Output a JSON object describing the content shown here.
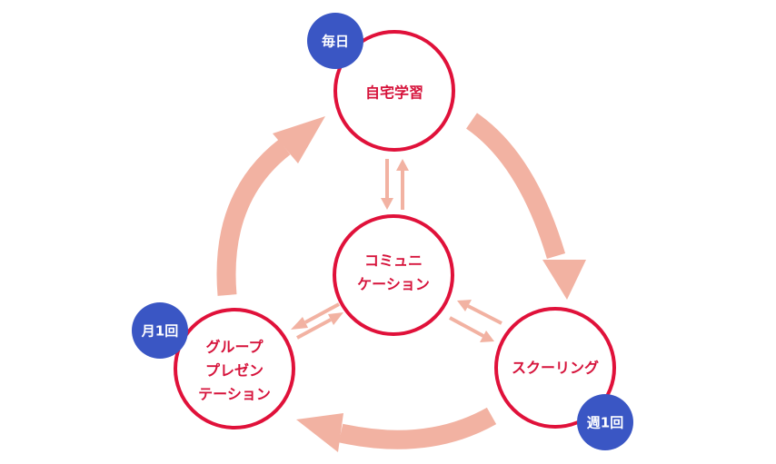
{
  "nodes": {
    "self_study": {
      "label": "自宅学習",
      "badge": "毎日"
    },
    "communication": {
      "label_line1": "コミュニ",
      "label_line2": "ケーション"
    },
    "schooling": {
      "label": "スクーリング",
      "badge": "週1回"
    },
    "group_presentation": {
      "label_line1": "グループ",
      "label_line2": "プレゼン",
      "label_line3": "テーション",
      "badge": "月1回"
    }
  },
  "colors": {
    "ring": "#e0113a",
    "node_text": "#d6133b",
    "badge": "#3a56c4",
    "arrow": "#f2b2a2"
  }
}
